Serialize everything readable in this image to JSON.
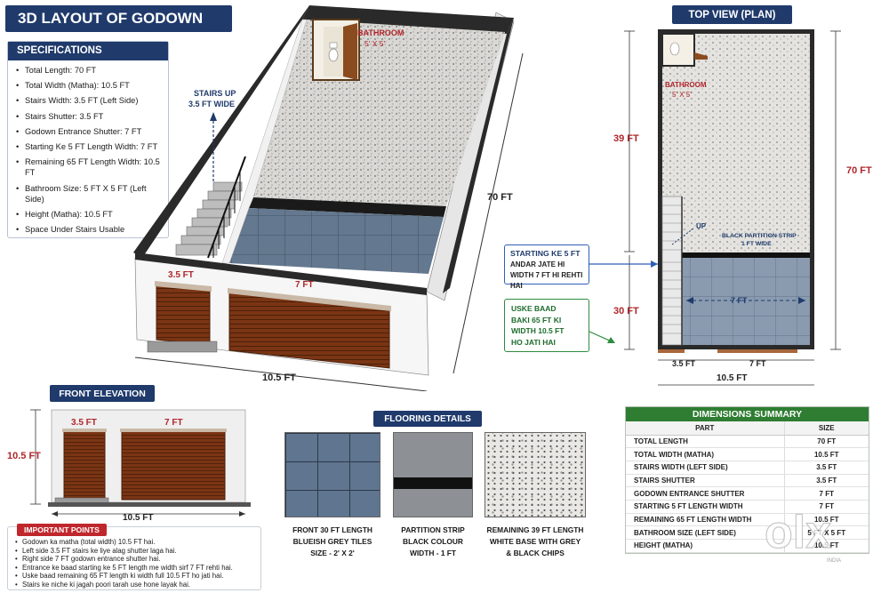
{
  "title": "3D LAYOUT OF GODOWN",
  "specifications": {
    "heading": "SPECIFICATIONS",
    "items": [
      "Total Length: 70 FT",
      "Total Width (Matha): 10.5 FT",
      "Stairs Width: 3.5 FT (Left Side)",
      "Stairs Shutter: 3.5 FT",
      "Godown Entrance Shutter: 7 FT",
      "Starting Ke 5 FT Length Width: 7 FT",
      "Remaining 65 FT Length Width: 10.5 FT",
      "Bathroom Size: 5 FT X 5 FT (Left Side)",
      "Height (Matha): 10.5 FT",
      "Space Under Stairs Usable"
    ]
  },
  "iso": {
    "bathroom_label": "BATHROOM",
    "bathroom_size": "5' X 5'",
    "stairs_up": "STAIRS UP",
    "stairs_wide": "3.5 FT WIDE",
    "length": "70 FT",
    "width": "10.5 FT",
    "stair_shutter": "3.5 FT",
    "main_shutter": "7 FT"
  },
  "plan": {
    "heading": "TOP VIEW (PLAN)",
    "bathroom_label": "BATHROOM",
    "bathroom_size": "5' X 5'",
    "up_label": "UP",
    "partition_label_1": "BLACK PARTITION STRIP",
    "partition_label_2": "1 FT WIDE",
    "inner_width": "7 FT",
    "left_top": "39 FT",
    "left_bottom": "30 FT",
    "right_total": "70 FT",
    "bottom_left": "3.5 FT",
    "bottom_right": "7 FT",
    "bottom_total": "10.5 FT"
  },
  "callouts": {
    "blue_title": "STARTING KE 5 FT",
    "blue_line1": "ANDAR JATE HI",
    "blue_line2": "WIDTH 7 FT HI REHTI HAI",
    "green_line1": "USKE BAAD",
    "green_line2": "BAKI 65 FT KI",
    "green_line3": "WIDTH 10.5 FT",
    "green_line4": "HO JATI HAI"
  },
  "front_elevation": {
    "heading": "FRONT ELEVATION",
    "left_width": "3.5 FT",
    "right_width": "7 FT",
    "height": "10.5 FT",
    "total_width": "10.5 FT"
  },
  "important": {
    "heading": "IMPORTANT POINTS",
    "items": [
      "Godown ka matha (total width) 10.5 FT hai.",
      "Left side 3.5 FT stairs ke liye alag shutter laga hai.",
      "Right side 7 FT godown entrance shutter hai.",
      "Entrance ke baad starting ke 5 FT length me width sirf 7 FT rehti hai.",
      "Uske baad remaining 65 FT length ki width full 10.5 FT ho jati hai.",
      "Stairs ke niche ki jagah poori tarah use hone layak hai."
    ]
  },
  "flooring": {
    "heading": "FLOORING DETAILS",
    "items": [
      {
        "line1": "FRONT 30 FT LENGTH",
        "line2": "BLUEISH GREY TILES",
        "line3": "SIZE - 2' X 2'"
      },
      {
        "line1": "PARTITION STRIP",
        "line2": "BLACK COLOUR",
        "line3": "WIDTH - 1 FT"
      },
      {
        "line1": "REMAINING 39 FT LENGTH",
        "line2": "WHITE BASE WITH GREY",
        "line3": "& BLACK CHIPS"
      }
    ]
  },
  "dimensions_summary": {
    "heading": "DIMENSIONS SUMMARY",
    "col_part": "PART",
    "col_size": "SIZE",
    "rows": [
      {
        "part": "TOTAL LENGTH",
        "size": "70 FT"
      },
      {
        "part": "TOTAL WIDTH (MATHA)",
        "size": "10.5 FT"
      },
      {
        "part": "STAIRS WIDTH (LEFT SIDE)",
        "size": "3.5 FT"
      },
      {
        "part": "STAIRS SHUTTER",
        "size": "3.5 FT"
      },
      {
        "part": "GODOWN ENTRANCE SHUTTER",
        "size": "7 FT"
      },
      {
        "part": "STARTING 5 FT LENGTH WIDTH",
        "size": "7 FT"
      },
      {
        "part": "REMAINING 65 FT LENGTH WIDTH",
        "size": "10.5 FT"
      },
      {
        "part": "BATHROOM SIZE (LEFT SIDE)",
        "size": "5 FT X 5 FT"
      },
      {
        "part": "HEIGHT (MATHA)",
        "size": "10.5 FT"
      }
    ]
  },
  "watermark": {
    "brand": "olx",
    "sub": "INDIA"
  },
  "colors": {
    "navy": "#1f3a6b",
    "dim_red": "#b0262b",
    "green": "#2e7d32",
    "shutter": "#7a3514",
    "tile": "#5f7590"
  }
}
